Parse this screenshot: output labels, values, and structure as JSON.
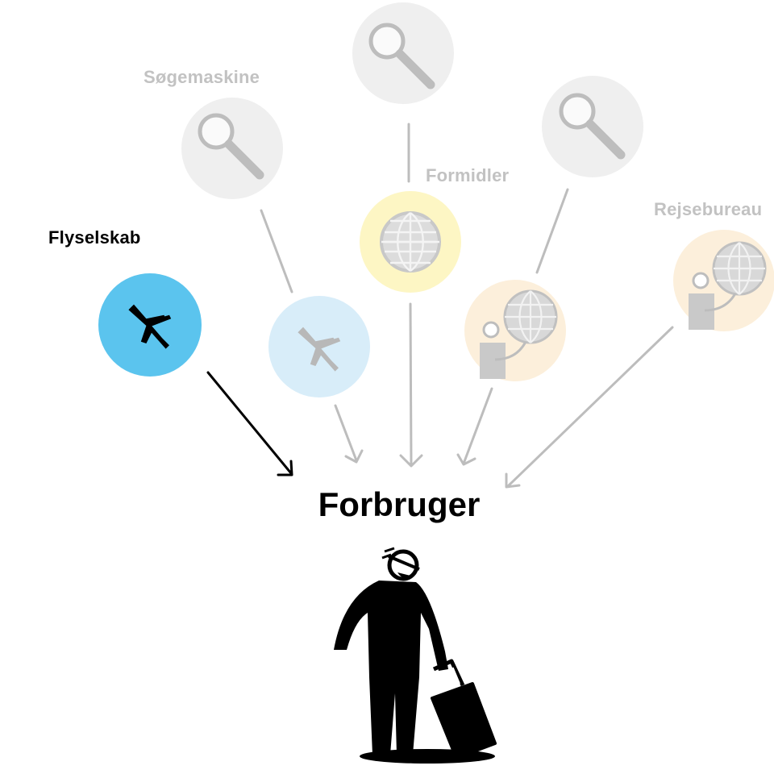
{
  "diagram": {
    "consumer_label": "Forbruger",
    "categories": [
      {
        "label": "Flyselskab",
        "active": true
      },
      {
        "label": "Søgemaskine",
        "active": false
      },
      {
        "label": "Formidler",
        "active": false
      },
      {
        "label": "Rejsebureau",
        "active": false
      }
    ],
    "nodes": [
      {
        "type": "airline",
        "icon": "airplane-icon",
        "active": true
      },
      {
        "type": "search-engine",
        "icon": "magnifier-icon",
        "active": false
      },
      {
        "type": "search-engine",
        "icon": "magnifier-icon",
        "active": false
      },
      {
        "type": "search-engine",
        "icon": "magnifier-icon",
        "active": false
      },
      {
        "type": "airline",
        "icon": "airplane-icon",
        "active": false
      },
      {
        "type": "intermediary",
        "icon": "globe-icon",
        "active": false
      },
      {
        "type": "travel-agency",
        "icon": "agent-globe-icon",
        "active": false
      },
      {
        "type": "travel-agency",
        "icon": "agent-globe-icon",
        "active": false
      }
    ],
    "figure_icon": "traveler-with-suitcase-icon",
    "colors": {
      "airline_active": "#5bc4ee",
      "airline_muted": "#d8edf9",
      "search_engine": "#efefef",
      "intermediary": "#fdf6c4",
      "travel_agency": "#fcefdb",
      "active_stroke": "#000000",
      "muted_stroke": "#bdbdbd"
    }
  }
}
